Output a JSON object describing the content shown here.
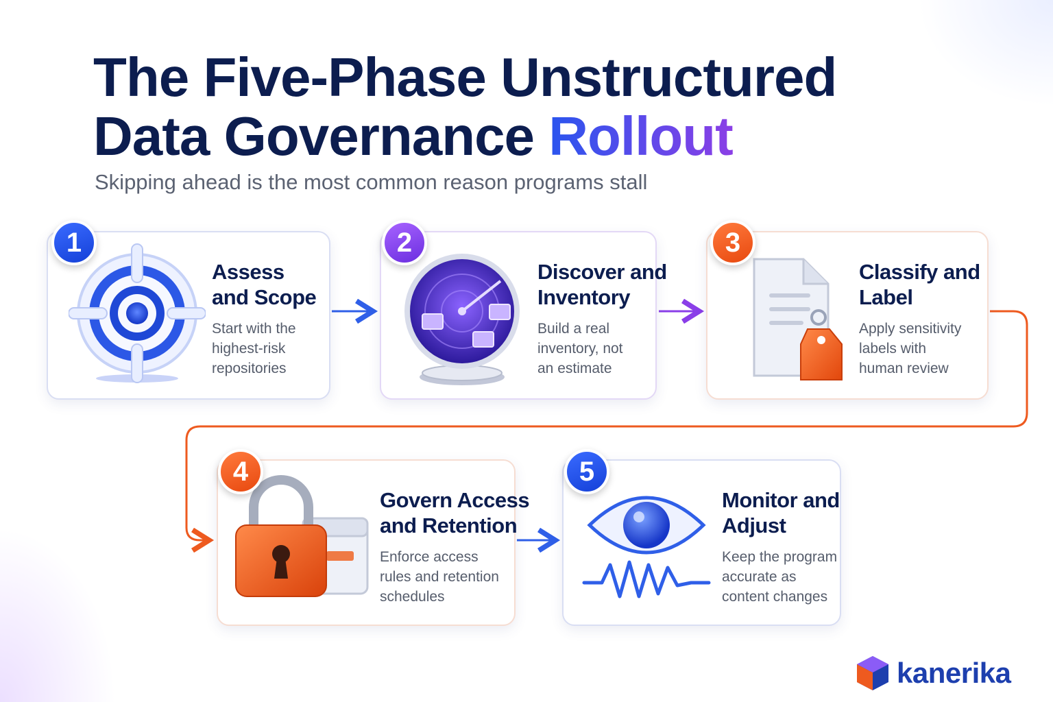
{
  "header": {
    "title_line1": "The Five-Phase Unstructured",
    "title_line2_plain": "Data Governance ",
    "title_line2_highlight": "Rollout",
    "subtitle": "Skipping ahead is the most common reason programs stall"
  },
  "phases": [
    {
      "number": "1",
      "title_line1": "Assess",
      "title_line2": "and Scope",
      "desc_line1": "Start with the",
      "desc_line2": "highest-risk",
      "desc_line3": "repositories",
      "icon": "target-icon"
    },
    {
      "number": "2",
      "title_line1": "Discover and",
      "title_line2": "Inventory",
      "desc_line1": "Build a real",
      "desc_line2": "inventory, not",
      "desc_line3": "an estimate",
      "icon": "radar-icon"
    },
    {
      "number": "3",
      "title_line1": "Classify and",
      "title_line2": "Label",
      "desc_line1": "Apply sensitivity",
      "desc_line2": "labels with",
      "desc_line3": "human review",
      "icon": "document-tag-icon"
    },
    {
      "number": "4",
      "title_line1": "Govern Access",
      "title_line2": "and Retention",
      "desc_line1": "Enforce access",
      "desc_line2": "rules and retention",
      "desc_line3": "schedules",
      "icon": "padlock-icon"
    },
    {
      "number": "5",
      "title_line1": "Monitor and",
      "title_line2": "Adjust",
      "desc_line1": "Keep the program",
      "desc_line2": "accurate as",
      "desc_line3": "content changes",
      "icon": "eye-icon"
    }
  ],
  "brand": {
    "name": "kanerika",
    "colors": {
      "navy": "#0c1d4f",
      "blue": "#2a55ee",
      "purple": "#8b3fe6",
      "orange": "#ee5a1f"
    }
  }
}
